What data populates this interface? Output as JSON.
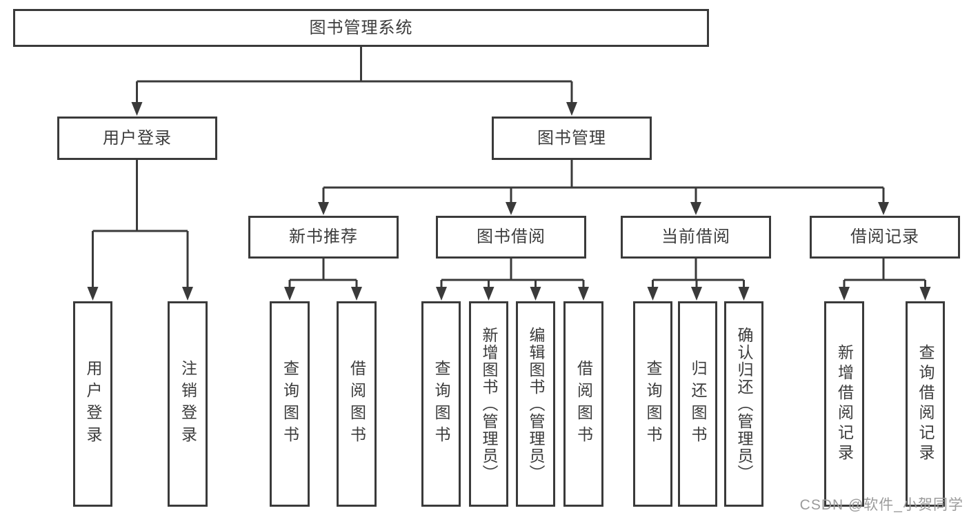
{
  "diagram": {
    "title": "图书管理系统",
    "root": {
      "label": "图书管理系统"
    },
    "level2": [
      {
        "label": "用户登录"
      },
      {
        "label": "图书管理"
      }
    ],
    "level3": [
      {
        "label": "新书推荐"
      },
      {
        "label": "图书借阅"
      },
      {
        "label": "当前借阅"
      },
      {
        "label": "借阅记录"
      }
    ],
    "level4": [
      {
        "parent": "用户登录",
        "label": "用户登录"
      },
      {
        "parent": "用户登录",
        "label": "注销登录"
      },
      {
        "parent": "新书推荐",
        "label": "查询图书"
      },
      {
        "parent": "新书推荐",
        "label": "借阅图书"
      },
      {
        "parent": "图书借阅",
        "label": "查询图书"
      },
      {
        "parent": "图书借阅",
        "label": "新增图书（管理员）"
      },
      {
        "parent": "图书借阅",
        "label": "编辑图书（管理员）"
      },
      {
        "parent": "图书借阅",
        "label": "借阅图书"
      },
      {
        "parent": "当前借阅",
        "label": "查询图书"
      },
      {
        "parent": "当前借阅",
        "label": "归还图书"
      },
      {
        "parent": "当前借阅",
        "label": "确认归还（管理员）"
      },
      {
        "parent": "借阅记录",
        "label": "新增借阅记录"
      },
      {
        "parent": "借阅记录",
        "label": "查询借阅记录"
      }
    ],
    "watermark": "CSDN @软件_小贺同学",
    "colors": {
      "line": "#3a3a3a",
      "box_border": "#3a3a3a",
      "text": "#3c3c3c",
      "watermark": "#9b9b9b",
      "background": "#ffffff"
    }
  }
}
